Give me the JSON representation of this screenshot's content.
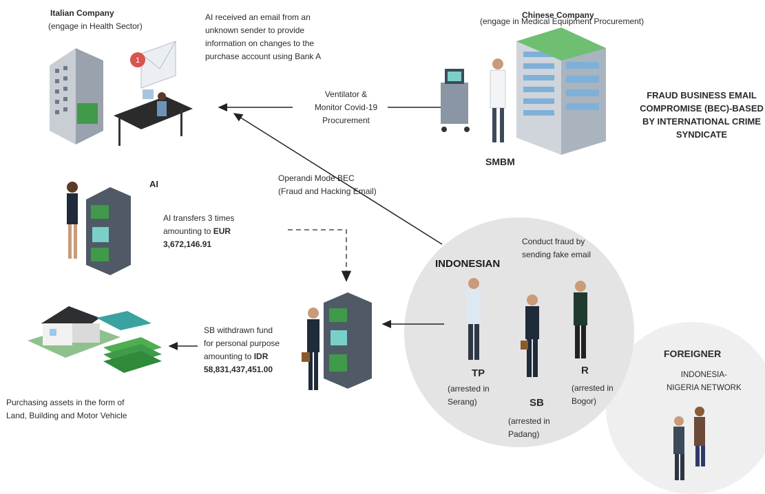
{
  "italian": {
    "title": "Italian Company",
    "subtitle": "(engage in Health Sector)",
    "email_note": "AI received an email from an\nunknown sender to provide\ninformation on changes to the\npurchase account using Bank A",
    "actor": "AI",
    "transfer_prefix": "AI transfers 3 times\namounting to ",
    "transfer_amount": "EUR\n3,672,146.91"
  },
  "chinese": {
    "title": "Chinese Company",
    "subtitle": "(engage in Medical Equipment Procurement)",
    "actor": "SMBM"
  },
  "fraud_title": "FRAUD BUSINESS EMAIL\nCOMPROMISE (BEC)-BASED\nBY INTERNATIONAL CRIME\nSYNDICATE",
  "procurement": "Ventilator &\nMonitor Covid-19\nProcurement",
  "operandi": "Operandi Mode BEC\n(Fraud and Hacking Email)",
  "indonesian": {
    "title": "INDONESIAN",
    "fraud_note": "Conduct fraud by\nsending fake email",
    "persons": [
      {
        "initials": "TP",
        "note": "(arrested in\nSerang)"
      },
      {
        "initials": "SB",
        "note": "(arrested in\nPadang)"
      },
      {
        "initials": "R",
        "note": "(arrested in\nBogor)"
      }
    ]
  },
  "foreigner": {
    "title": "FOREIGNER",
    "network": "INDONESIA-\nNIGERIA NETWORK"
  },
  "withdraw": {
    "prefix": "SB withdrawn fund\nfor personal purpose\namounting to ",
    "amount": "IDR\n58,831,437,451.00"
  },
  "assets_note": "Purchasing assets in the form of\nLand, Building and Motor Vehicle",
  "colors": {
    "circle": "#e4e4e4",
    "circle_light": "#efefef",
    "building": "#9aa3ad",
    "green": "#3f9a4a",
    "suit": "#1f2a3a"
  }
}
